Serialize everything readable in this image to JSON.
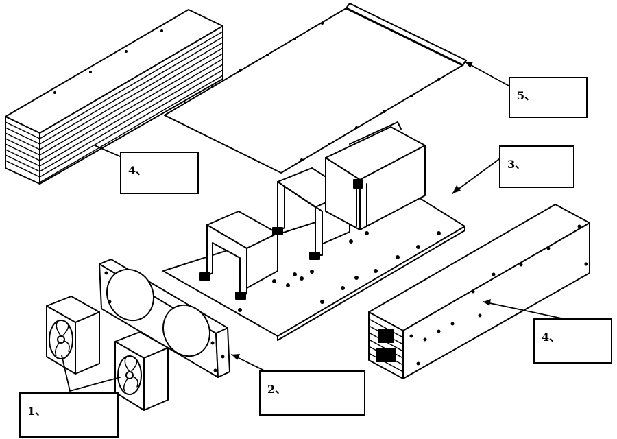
{
  "callouts": [
    {
      "id": "fans",
      "text": "1、"
    },
    {
      "id": "front-panel",
      "text": "2、"
    },
    {
      "id": "modules",
      "text": "3、"
    },
    {
      "id": "heatsink-left",
      "text": "4、"
    },
    {
      "id": "heatsink-right",
      "text": "4、"
    },
    {
      "id": "top-cover",
      "text": "5、"
    }
  ],
  "colors": {
    "line": "#000000",
    "background": "#ffffff"
  }
}
